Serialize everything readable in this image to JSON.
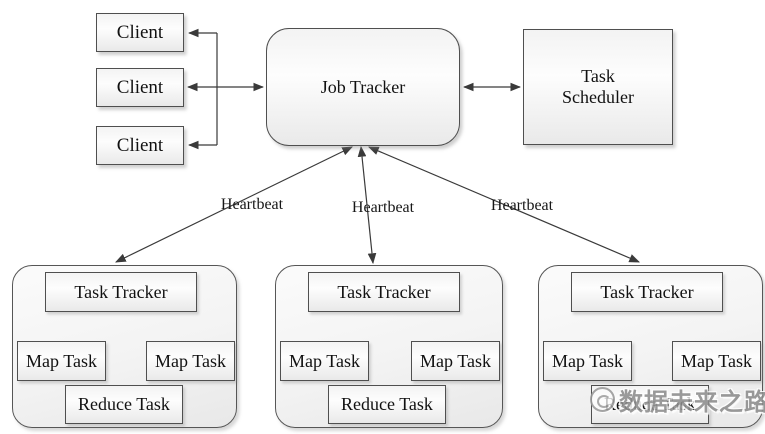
{
  "diagram": {
    "clients": [
      {
        "label": "Client"
      },
      {
        "label": "Client"
      },
      {
        "label": "Client"
      }
    ],
    "job_tracker": {
      "label": "Job Tracker"
    },
    "task_scheduler": {
      "label": "Task\nScheduler"
    },
    "heartbeats": [
      {
        "label": "Heartbeat"
      },
      {
        "label": "Heartbeat"
      },
      {
        "label": "Heartbeat"
      }
    ],
    "groups": [
      {
        "task_tracker": "Task Tracker",
        "map_task_left": "Map Task",
        "map_task_right": "Map Task",
        "reduce_task": "Reduce Task"
      },
      {
        "task_tracker": "Task Tracker",
        "map_task_left": "Map Task",
        "map_task_right": "Map Task",
        "reduce_task": "Reduce Task"
      },
      {
        "task_tracker": "Task Tracker",
        "map_task_left": "Map Task",
        "map_task_right": "Map Task",
        "reduce_task": "Reduce Task"
      }
    ],
    "watermark": {
      "text": "数据未来之路"
    },
    "colors": {
      "background": "#ffffff",
      "box_border": "#4f4f4f",
      "arrow": "#3a3a3a",
      "text": "#111111",
      "watermark_gray": "#8d8d8d"
    }
  }
}
